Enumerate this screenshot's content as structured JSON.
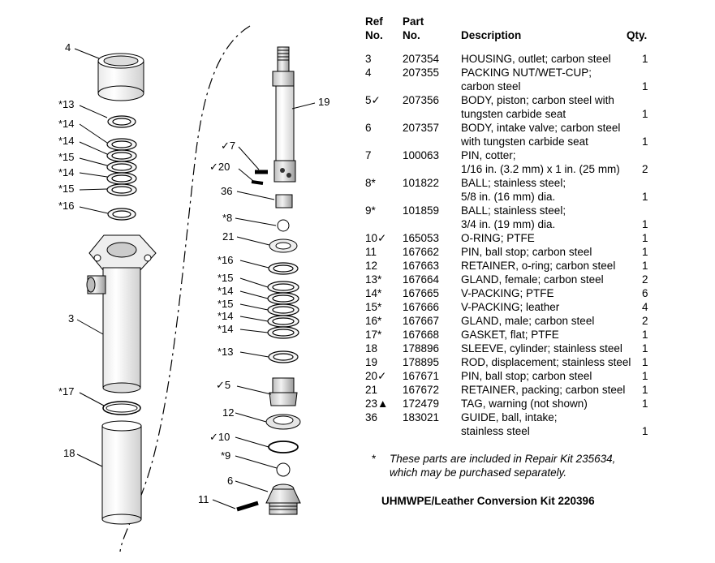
{
  "table": {
    "headers": {
      "ref_top": "Ref",
      "ref_bottom": "No.",
      "part_top": "Part",
      "part_bottom": "No.",
      "desc": "Description",
      "qty": "Qty."
    },
    "rows": [
      {
        "ref": "3",
        "part": "207354",
        "desc": "HOUSING, outlet; carbon steel",
        "qty": "1"
      },
      {
        "ref": "4",
        "part": "207355",
        "desc": "PACKING NUT/WET-CUP;",
        "qty": ""
      },
      {
        "ref": "",
        "part": "",
        "desc": "carbon steel",
        "qty": "1"
      },
      {
        "ref": "5✓",
        "part": "207356",
        "desc": "BODY, piston; carbon steel with",
        "qty": ""
      },
      {
        "ref": "",
        "part": "",
        "desc": "tungsten carbide seat",
        "qty": "1"
      },
      {
        "ref": "6",
        "part": "207357",
        "desc": "BODY, intake valve; carbon steel",
        "qty": ""
      },
      {
        "ref": "",
        "part": "",
        "desc": "with tungsten carbide seat",
        "qty": "1"
      },
      {
        "ref": "7",
        "part": "100063",
        "desc": "PIN, cotter;",
        "qty": ""
      },
      {
        "ref": "",
        "part": "",
        "desc": "1/16 in. (3.2 mm) x 1 in. (25 mm)",
        "qty": "2"
      },
      {
        "ref": "8*",
        "part": "101822",
        "desc": "BALL; stainless steel;",
        "qty": ""
      },
      {
        "ref": "",
        "part": "",
        "desc": "5/8 in. (16 mm) dia.",
        "qty": "1"
      },
      {
        "ref": "9*",
        "part": "101859",
        "desc": "BALL; stainless steel;",
        "qty": ""
      },
      {
        "ref": "",
        "part": "",
        "desc": "3/4 in. (19 mm) dia.",
        "qty": "1"
      },
      {
        "ref": "10✓",
        "part": "165053",
        "desc": "O-RING; PTFE",
        "qty": "1"
      },
      {
        "ref": "11",
        "part": "167662",
        "desc": "PIN, ball stop; carbon steel",
        "qty": "1"
      },
      {
        "ref": "12",
        "part": "167663",
        "desc": "RETAINER, o-ring; carbon steel",
        "qty": "1"
      },
      {
        "ref": "13*",
        "part": "167664",
        "desc": "GLAND, female; carbon steel",
        "qty": "2"
      },
      {
        "ref": "14*",
        "part": "167665",
        "desc": "V-PACKING; PTFE",
        "qty": "6"
      },
      {
        "ref": "15*",
        "part": "167666",
        "desc": "V-PACKING; leather",
        "qty": "4"
      },
      {
        "ref": "16*",
        "part": "167667",
        "desc": "GLAND, male; carbon steel",
        "qty": "2"
      },
      {
        "ref": "17*",
        "part": "167668",
        "desc": "GASKET, flat; PTFE",
        "qty": "1"
      },
      {
        "ref": "18",
        "part": "178896",
        "desc": "SLEEVE, cylinder; stainless steel",
        "qty": "1"
      },
      {
        "ref": "19",
        "part": "178895",
        "desc": "ROD, displacement; stainless steel",
        "qty": "1"
      },
      {
        "ref": "20✓",
        "part": "167671",
        "desc": "PIN, ball stop; carbon steel",
        "qty": "1"
      },
      {
        "ref": "21",
        "part": "167672",
        "desc": "RETAINER, packing; carbon steel",
        "qty": "1"
      },
      {
        "ref": "23▲",
        "part": "172479",
        "desc": "TAG, warning (not shown)",
        "qty": "1"
      },
      {
        "ref": "36",
        "part": "183021",
        "desc": "GUIDE, ball, intake;",
        "qty": ""
      },
      {
        "ref": "",
        "part": "",
        "desc": "stainless steel",
        "qty": "1"
      }
    ]
  },
  "note": {
    "symbol": "*",
    "line1": "These parts are included in Repair Kit 235634,",
    "line2": "which may be purchased separately."
  },
  "kit_title": "UHMWPE/Leather Conversion Kit 220396",
  "diagram_labels": {
    "l4": "4",
    "l13a": "*13",
    "l14a": "*14",
    "l14b": "*14",
    "l15a": "*15",
    "l14c": "*14",
    "l15b": "*15",
    "l16a": "*16",
    "l3": "3",
    "l17": "*17",
    "l18": "18",
    "l19": "19",
    "l7": "✓7",
    "l20": "✓20",
    "l36": "36",
    "l8": "*8",
    "l21": "21",
    "l16b": "*16",
    "l15c": "*15",
    "l14d": "*14",
    "l15d": "*15",
    "l14e": "*14",
    "l14f": "*14",
    "l13b": "*13",
    "l5": "✓5",
    "l12": "12",
    "l10": "✓10",
    "l9": "*9",
    "l6": "6",
    "l11": "11"
  }
}
